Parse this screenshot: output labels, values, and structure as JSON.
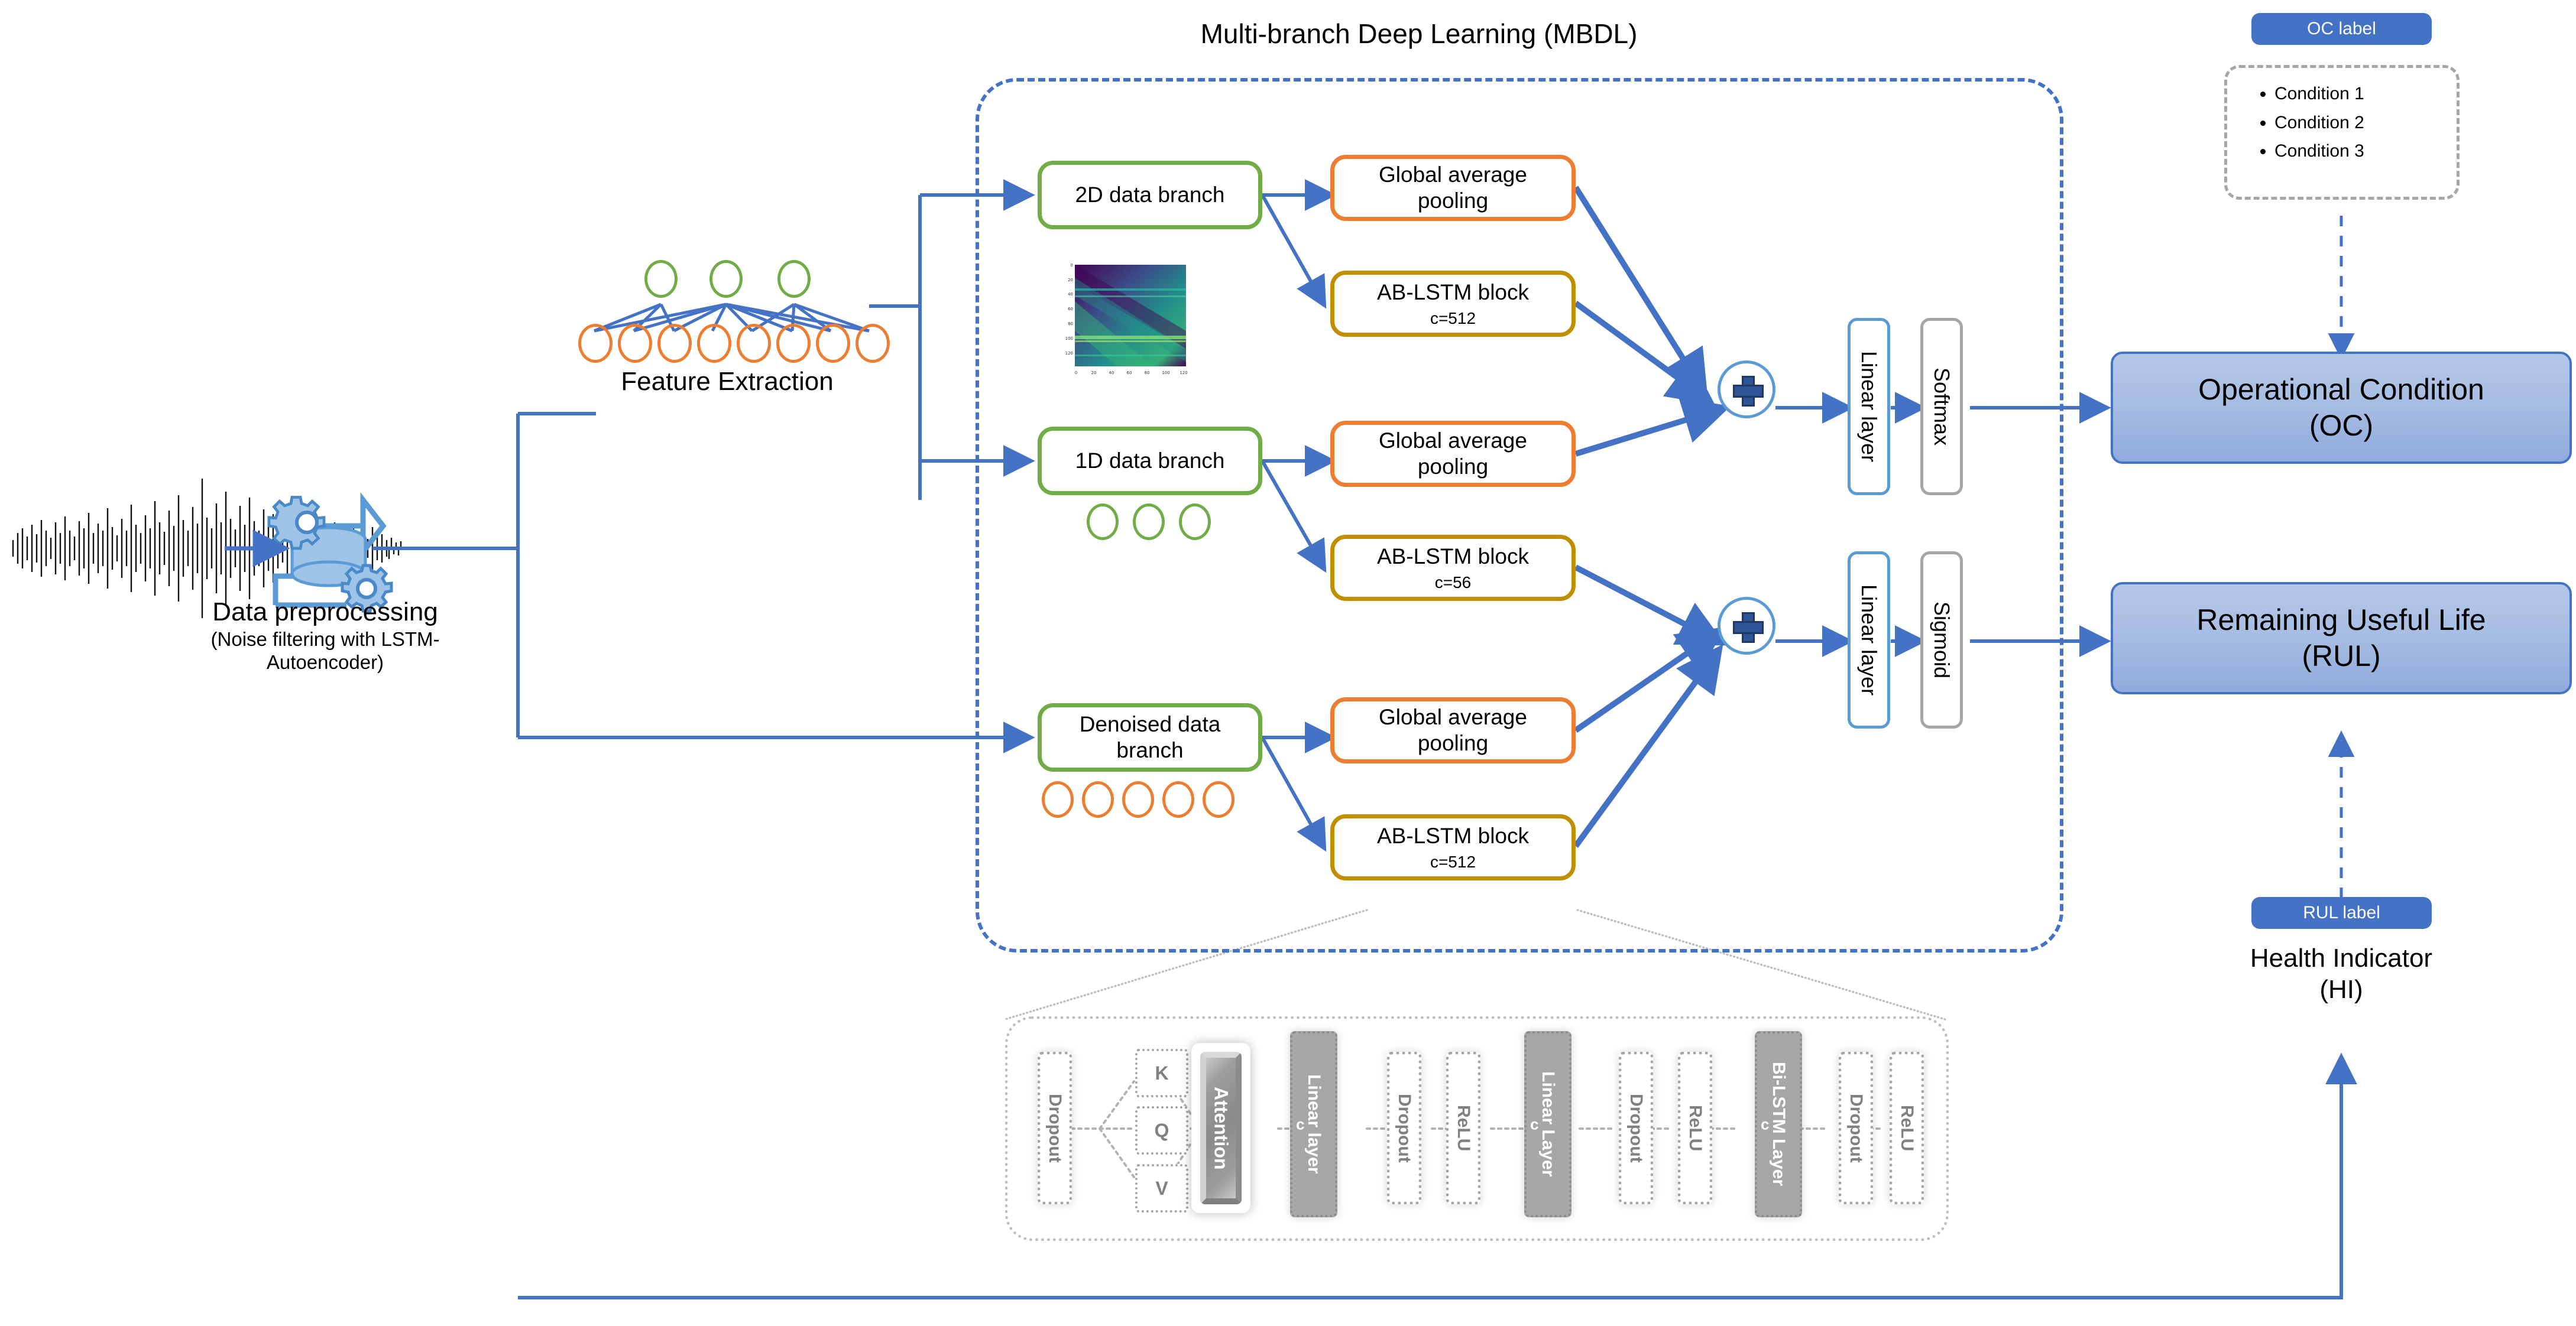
{
  "diagram": {
    "title": "Multi-branch Deep Learning (MBDL)"
  },
  "input": {
    "signal_icon": "waveform",
    "preprocess_icon": "gears-database",
    "preprocess_title": "Data preprocessing",
    "preprocess_sub1": "(Noise filtering with LSTM-",
    "preprocess_sub2": "Autoencoder)"
  },
  "feature_extraction": {
    "caption": "Feature Extraction",
    "top_nodes": 3,
    "bottom_nodes": 8,
    "top_color": "#70AD47",
    "bottom_color": "#ED7D31"
  },
  "branches": [
    {
      "name": "2D data branch",
      "pooling": "Global average",
      "pooling2": "pooling",
      "lstm": "AB-LSTM block",
      "lstm_c": "c=512",
      "thumb": "spectrogram"
    },
    {
      "name": "1D data branch",
      "pooling": "Global average",
      "pooling2": "pooling",
      "lstm": "AB-LSTM block",
      "lstm_c": "c=56",
      "dots": 3,
      "dots_color": "#70AD47"
    },
    {
      "name_line1": "Denoised data",
      "name_line2": "branch",
      "name": "Denoised data branch",
      "pooling": "Global average",
      "pooling2": "pooling",
      "lstm": "AB-LSTM block",
      "lstm_c": "c=512",
      "dots": 5,
      "dots_color": "#ED7D31"
    }
  ],
  "heads": [
    {
      "fuse_icon": "plus-circle",
      "linear": "Linear layer",
      "activation": "Softmax",
      "output_line1": "Operational Condition",
      "output_line2": "(OC)"
    },
    {
      "fuse_icon": "plus-circle",
      "linear": "Linear layer",
      "activation": "Sigmoid",
      "output_line1": "Remaining Useful Life",
      "output_line2": "(RUL)"
    }
  ],
  "labels": {
    "oc_chip": "OC label",
    "conditions": [
      "Condition 1",
      "Condition 2",
      "Condition 3"
    ],
    "rul_chip": "RUL label",
    "hi_line1": "Health Indicator",
    "hi_line2": "(HI)"
  },
  "ab_lstm_detail": {
    "cells": [
      {
        "kind": "dotted",
        "text": "Dropout"
      },
      {
        "kind": "kqv",
        "text": "K"
      },
      {
        "kind": "kqv",
        "text": "Q"
      },
      {
        "kind": "kqv",
        "text": "V"
      },
      {
        "kind": "attention",
        "text": "Attention"
      },
      {
        "kind": "grey",
        "text": "Linear layer",
        "c": "c"
      },
      {
        "kind": "dotted",
        "text": "Dropout"
      },
      {
        "kind": "dotted",
        "text": "ReLU"
      },
      {
        "kind": "grey",
        "text": "Linear Layer",
        "c": "c"
      },
      {
        "kind": "dotted",
        "text": "Dropout"
      },
      {
        "kind": "dotted",
        "text": "ReLU"
      },
      {
        "kind": "grey",
        "text": "Bi-LSTM Layer",
        "c": "c"
      },
      {
        "kind": "dotted",
        "text": "Dropout"
      },
      {
        "kind": "dotted",
        "text": "ReLU"
      }
    ]
  },
  "colors": {
    "accent_blue": "#4472C4",
    "arrow_blue": "#4472C4",
    "green": "#70AD47",
    "orange": "#ED7D31",
    "gold": "#BF8F00",
    "grey": "#A6A6A6",
    "light_blue": "#5B9BD5"
  }
}
